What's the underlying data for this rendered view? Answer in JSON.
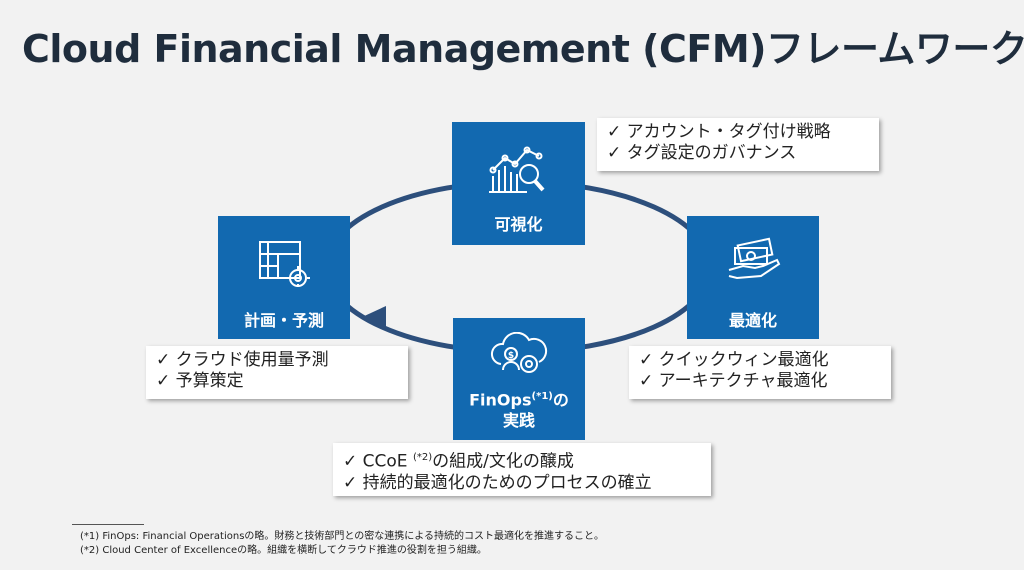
{
  "title": "Cloud Financial Management (CFM)フレームワーク",
  "colors": {
    "box": "#1269b0",
    "cycle": "#2d4f7c",
    "background": "#f2f2f2"
  },
  "stages": {
    "visualize": {
      "label": "可視化",
      "icon": "chart-magnifier-icon"
    },
    "optimize": {
      "label": "最適化",
      "icon": "money-hand-icon"
    },
    "plan": {
      "label": "計画・予測",
      "icon": "blueprint-gear-icon"
    },
    "finops": {
      "label_main": "FinOps",
      "label_sup": "(*1)",
      "label_tail": "の",
      "label_line2": "実践",
      "icon": "cloud-dollar-gear-icon"
    }
  },
  "notes": {
    "visualize": [
      "✓ アカウント・タグ付け戦略",
      "✓ タグ設定のガバナンス"
    ],
    "optimize": [
      "✓ クイックウィン最適化",
      "✓ アーキテクチャ最適化"
    ],
    "plan": [
      "✓ クラウド使用量予測",
      "✓ 予算策定"
    ],
    "finops": {
      "line1_pre": "✓ CCoE ",
      "line1_sup": "(*2)",
      "line1_post": "の組成/文化の醸成",
      "line2": "✓ 持続的最適化のためのプロセスの確立"
    }
  },
  "footnotes": [
    "(*1) FinOps: Financial Operationsの略。財務と技術部門との密な連携による持続的コスト最適化を推進すること。",
    "(*2) Cloud Center of Excellenceの略。組織を横断してクラウド推進の役割を担う組織。"
  ]
}
